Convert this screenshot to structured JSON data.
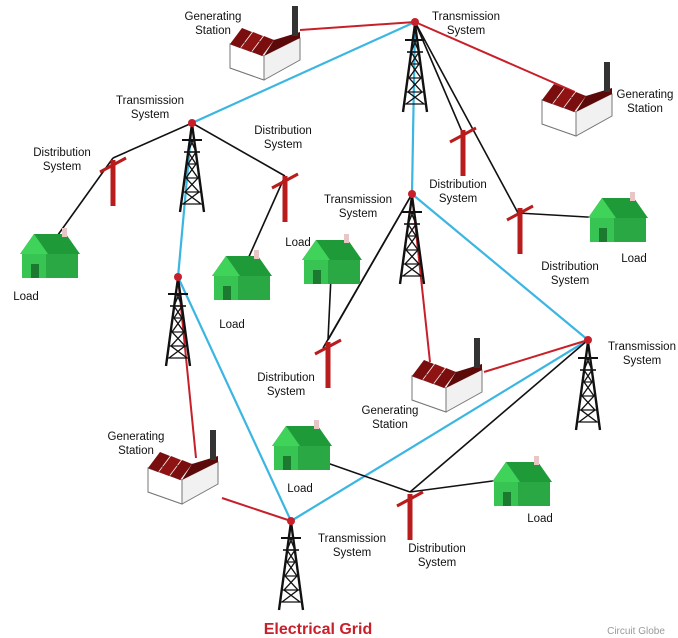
{
  "title": "Electrical Grid",
  "watermark": "Circuit Globe",
  "labels": {
    "generating_station": [
      "Generating",
      "Station"
    ],
    "transmission_system": [
      "Transmission",
      "System"
    ],
    "distribution_system": [
      "Distribution",
      "System"
    ],
    "load": "Load"
  },
  "colors": {
    "transmission_line": "#3bb6e3",
    "generation_line": "#c8202a",
    "distribution_line": "#111111",
    "roof": "#7a0d0d",
    "house": "#2fbf4a",
    "pole": "#b81c1c",
    "title": "#c8202a"
  },
  "icons": [
    "generating-station-icon",
    "transmission-tower-icon",
    "distribution-pole-icon",
    "load-house-icon"
  ]
}
